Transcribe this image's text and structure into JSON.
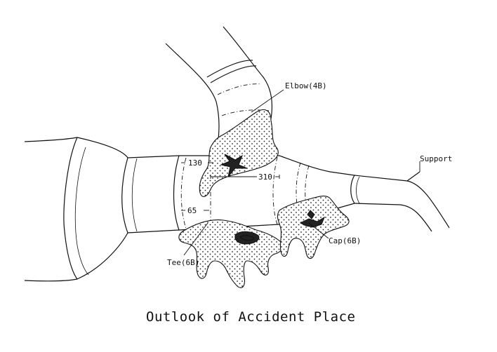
{
  "labels": {
    "elbow": "Elbow(4B)",
    "support": "Support",
    "cap": "Cap(6B)",
    "tee": "Tee(6B)"
  },
  "dimensions": {
    "d130": "130",
    "d310": "310",
    "d65": "65"
  },
  "caption": "Outlook of Accident Place"
}
